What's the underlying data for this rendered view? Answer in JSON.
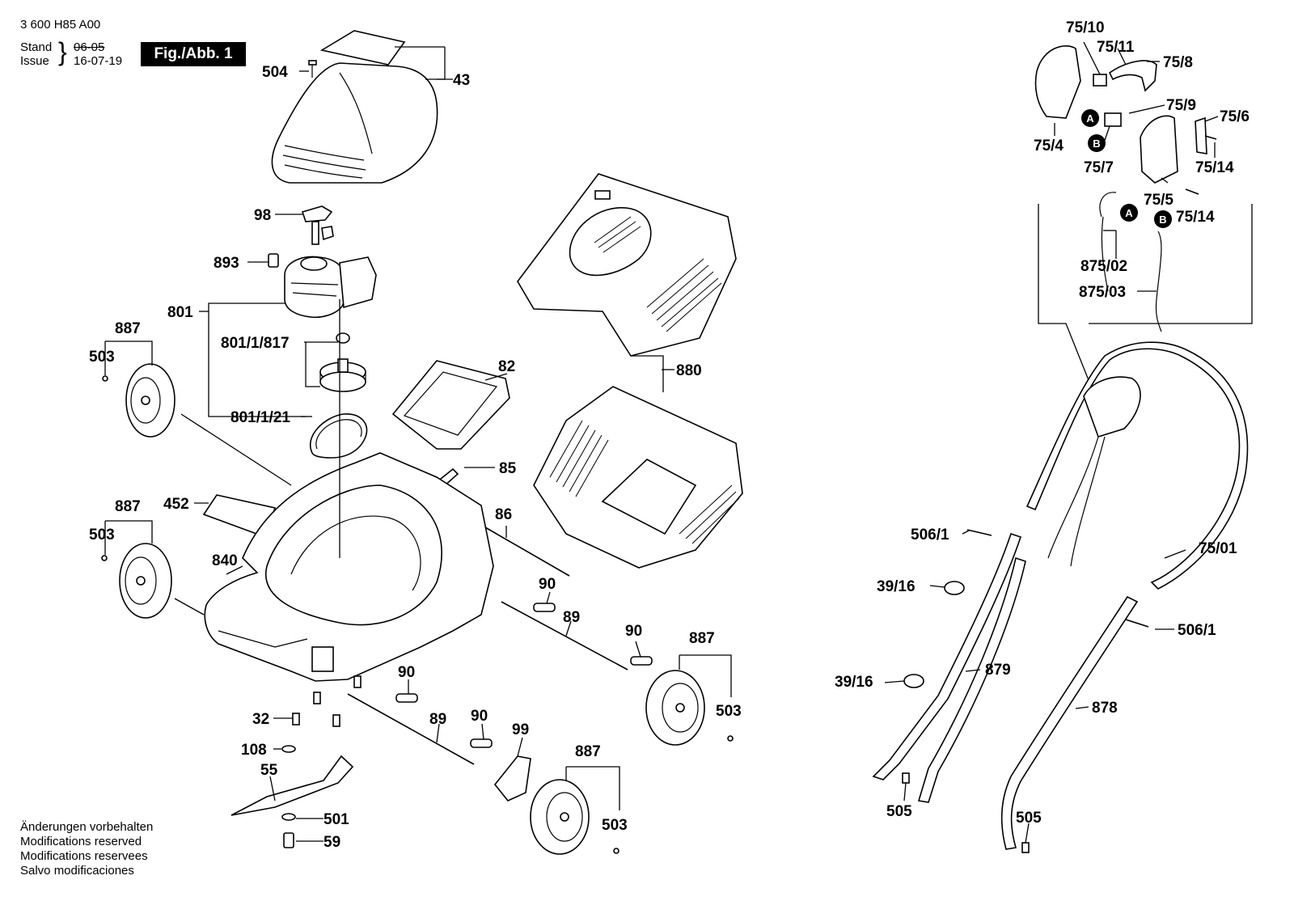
{
  "header": {
    "doc_number": "3 600 H85 A00",
    "stand_label": "Stand",
    "issue_label": "Issue",
    "stand_value_old": "06-05",
    "issue_value": "16-07-19",
    "figure_label": "Fig./Abb. 1"
  },
  "notice_lines": [
    "Änderungen vorbehalten",
    "Modifications reserved",
    "Modifications reservees",
    "Salvo modificaciones"
  ],
  "connector_markers": [
    "A",
    "B",
    "A",
    "B"
  ],
  "part_labels": [
    "504",
    "43",
    "98",
    "893",
    "801",
    "801/1/817",
    "801/1/21",
    "887",
    "503",
    "887",
    "503",
    "452",
    "840",
    "82",
    "85",
    "86",
    "880",
    "90",
    "89",
    "90",
    "90",
    "89",
    "90",
    "99",
    "887",
    "503",
    "887",
    "503",
    "32",
    "108",
    "55",
    "501",
    "59",
    "75/10",
    "75/11",
    "75/8",
    "75/9",
    "75/6",
    "75/4",
    "75/7",
    "75/14",
    "75/5",
    "75/14",
    "875/02",
    "875/03",
    "506/1",
    "39/16",
    "75/01",
    "506/1",
    "39/16",
    "879",
    "878",
    "505",
    "505"
  ],
  "colors": {
    "ink": "#000000",
    "paper": "#ffffff"
  }
}
